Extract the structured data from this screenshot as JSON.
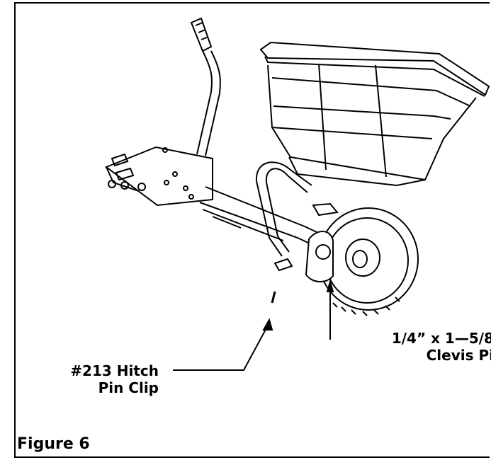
{
  "callouts": {
    "clevis_pin": {
      "line1": "1/4” x 1—5/8",
      "line2": "Clevis Pi"
    },
    "hitch_pin_clip": {
      "line1": "#213 Hitch",
      "line2": "Pin Clip"
    }
  },
  "caption": "Figure 6",
  "colors": {
    "line": "#000000",
    "background": "#ffffff"
  }
}
